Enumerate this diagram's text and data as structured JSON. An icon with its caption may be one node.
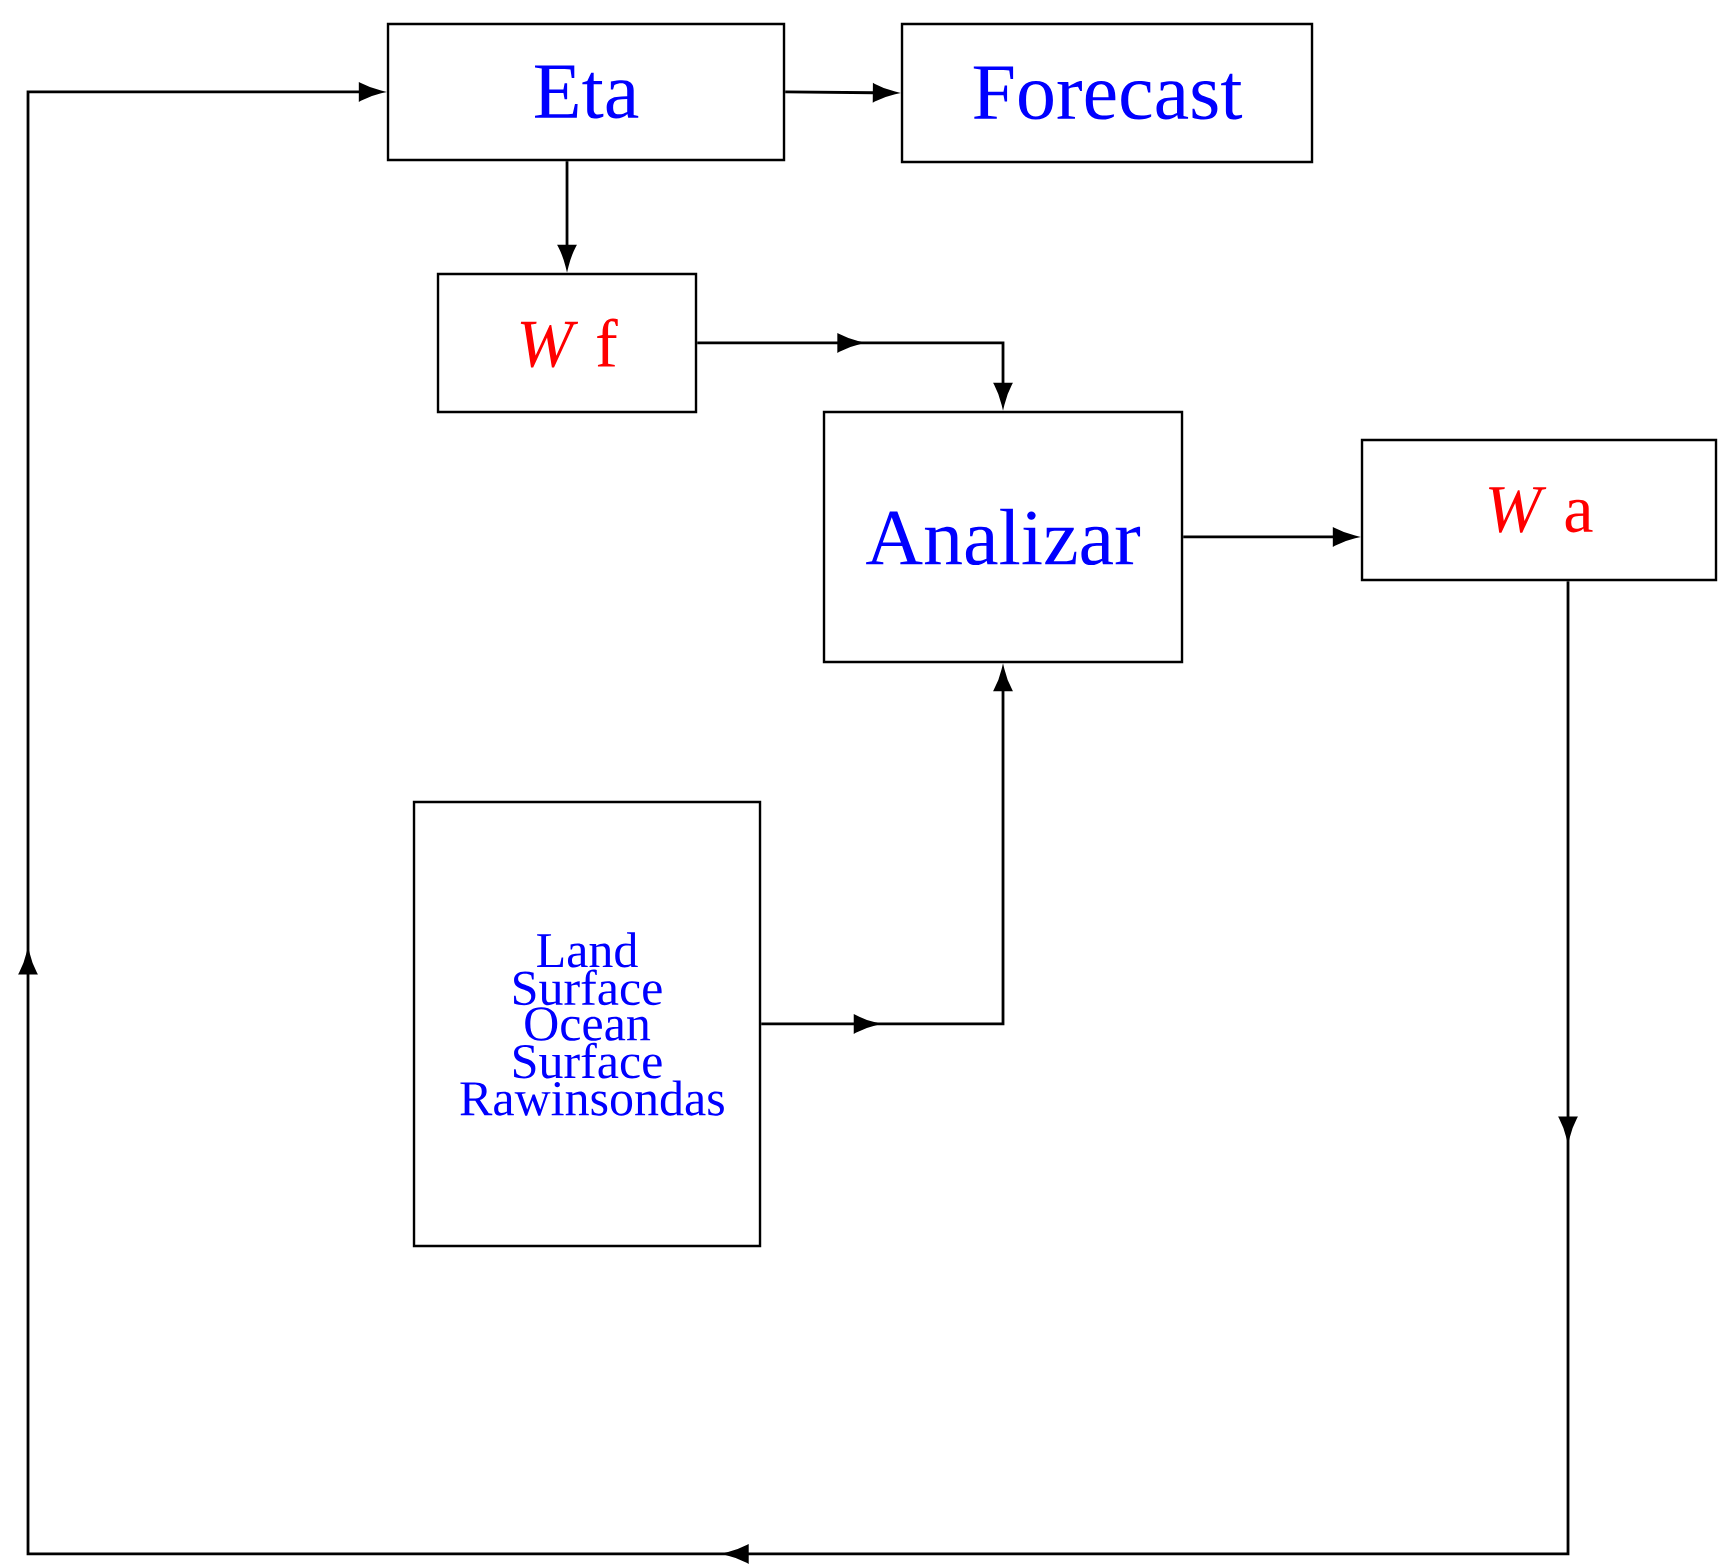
{
  "diagram": {
    "nodes": [
      {
        "text": [
          "Eta"
        ]
      },
      {
        "text": [
          "Forecast"
        ]
      },
      {
        "text": [
          "*W* f"
        ]
      },
      {
        "text": [
          "Analizar"
        ]
      },
      {
        "text": [
          "*W* a"
        ]
      },
      {
        "text": [
          "Land Surface Ocean Surface Rawinsondas"
        ]
      }
    ],
    "edges": [
      {
        "from": 0,
        "to": 2,
        "arrow": "to"
      },
      {
        "from": 0,
        "to": 1,
        "arrow": "to"
      },
      {
        "from": 2,
        "to": 3,
        "arrow": "to"
      },
      {
        "from": 5,
        "to": 3,
        "arrow": "to"
      },
      {
        "from": 3,
        "to": 4,
        "arrow": "to"
      },
      {
        "from": 4,
        "to": 0,
        "arrow": "to"
      }
    ]
  }
}
